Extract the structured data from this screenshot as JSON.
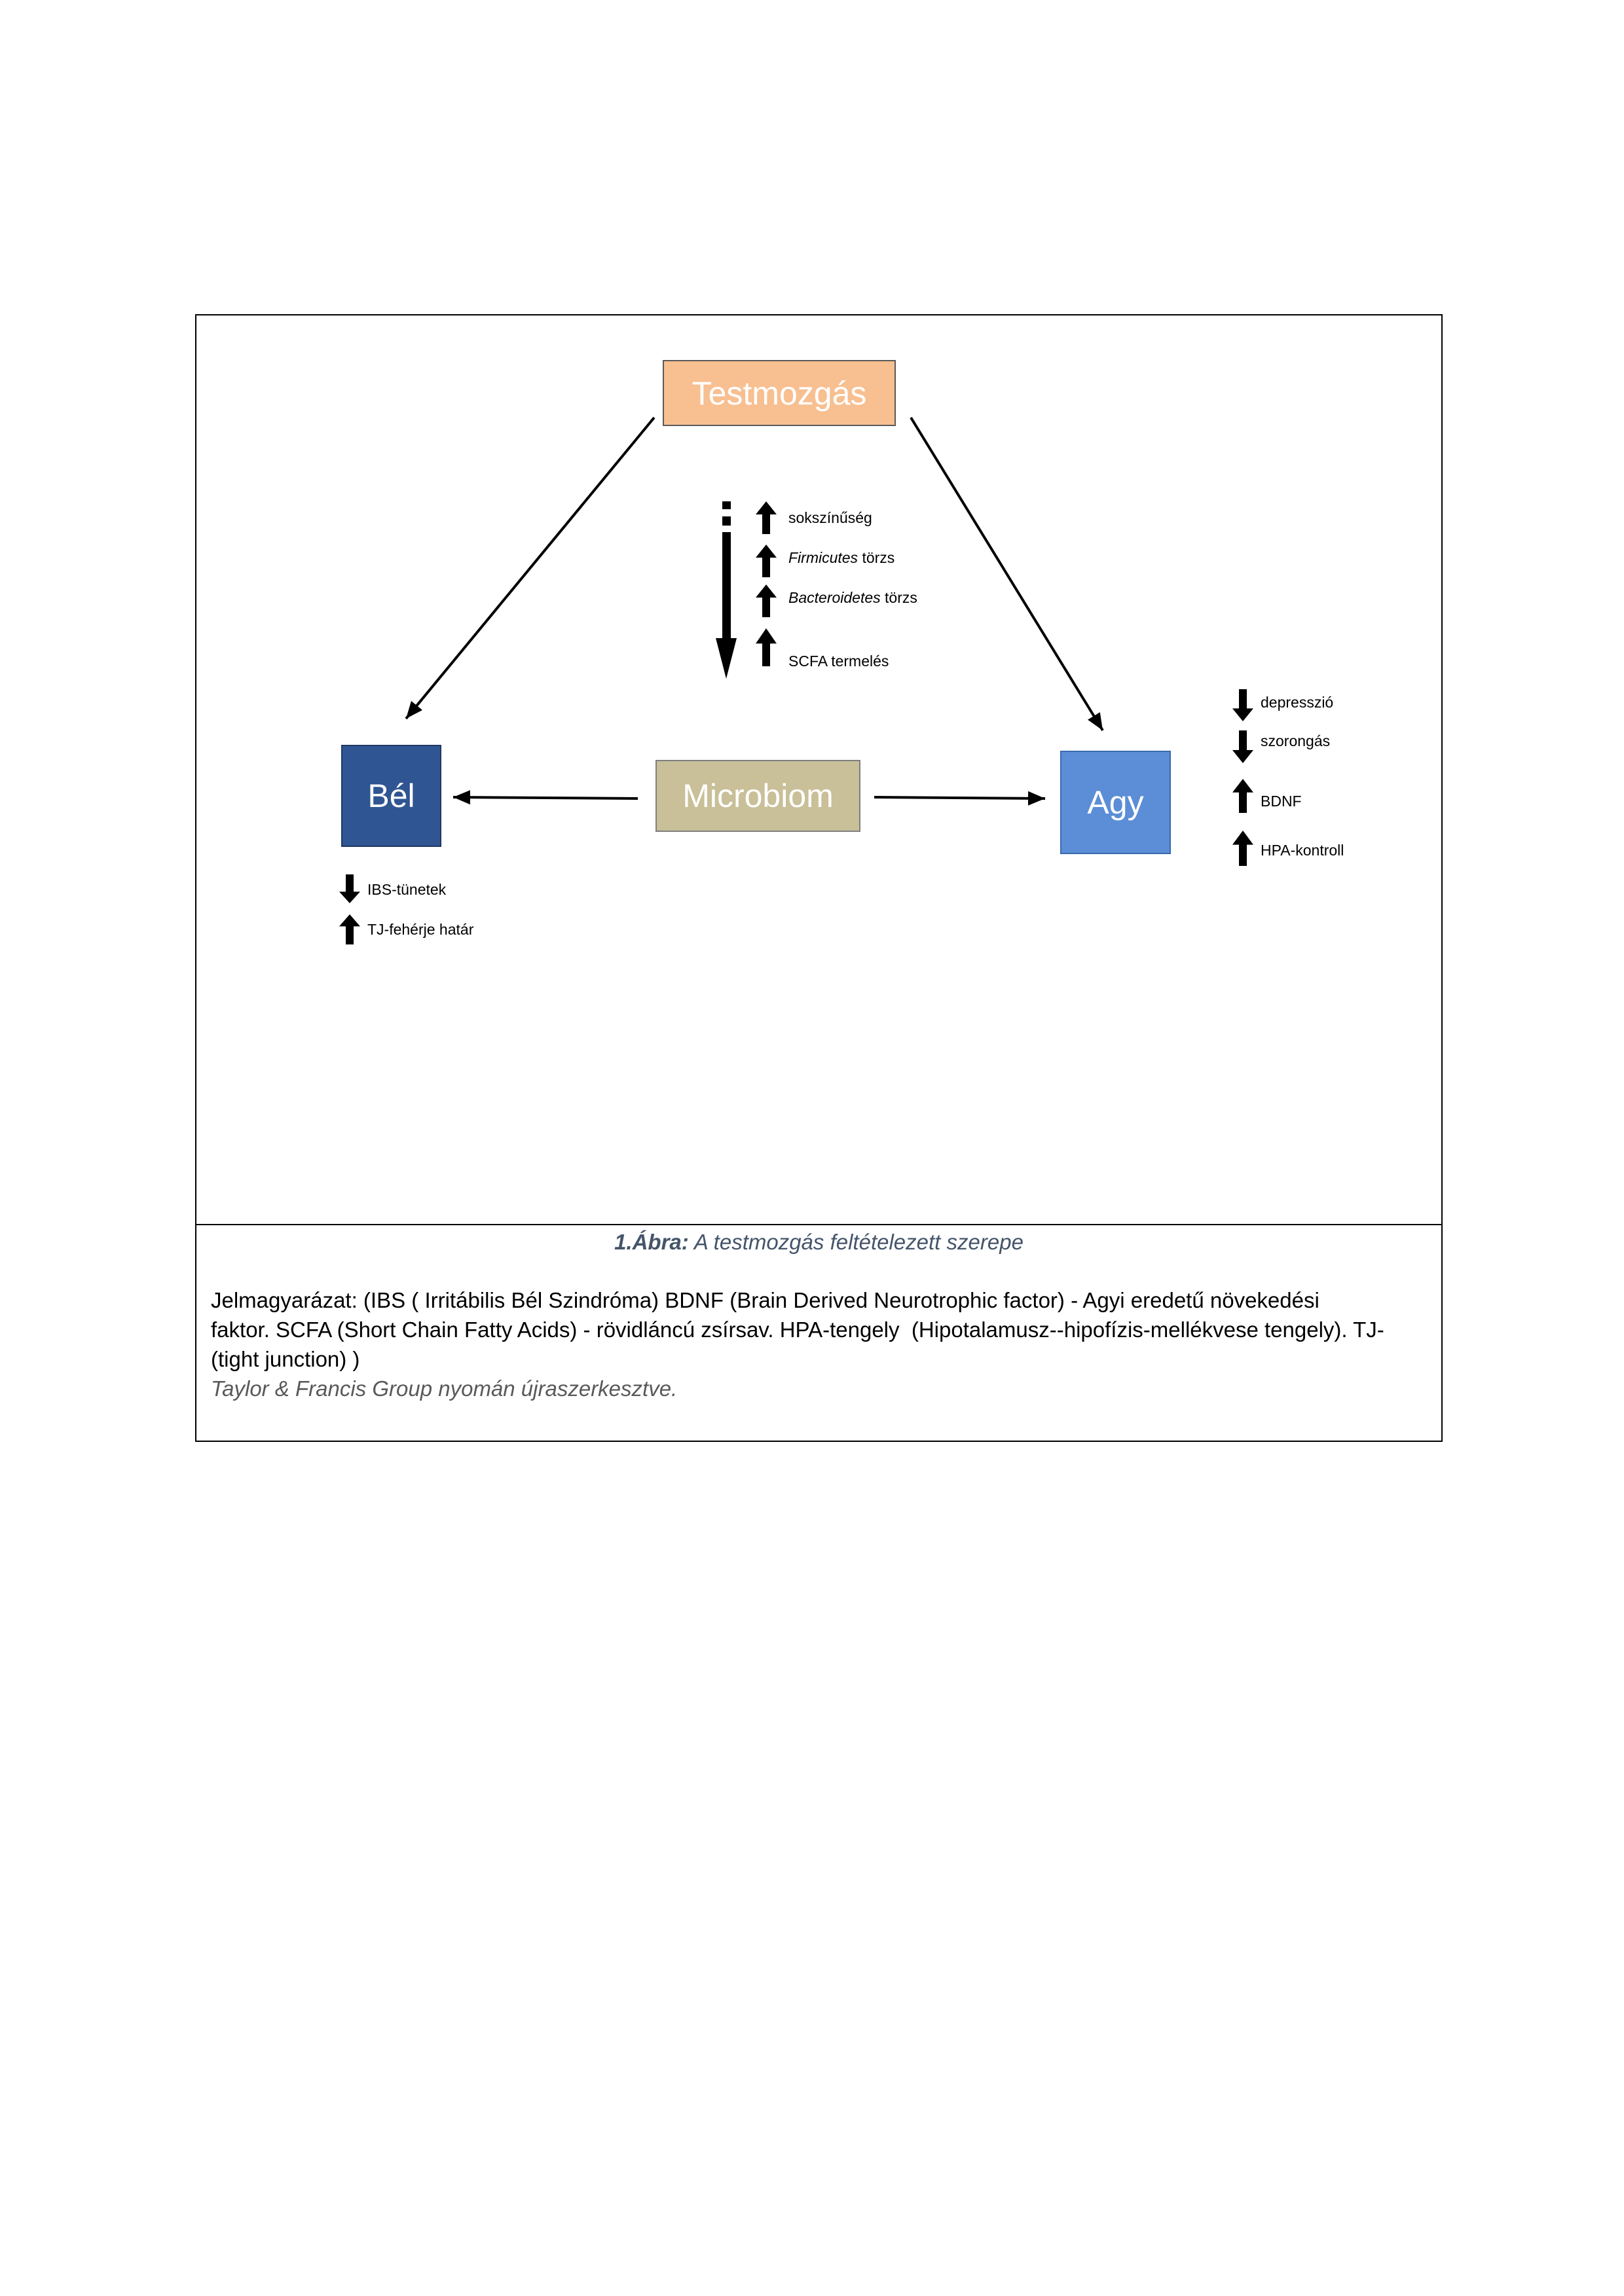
{
  "figure": {
    "exercise": {
      "label": "Testmozgás",
      "color": "#F8BF91"
    },
    "gut": {
      "label": "Bél",
      "color": "#2F5592"
    },
    "microbiome": {
      "label": "Microbiom",
      "color": "#C9BF98"
    },
    "brain": {
      "label": "Agy",
      "color": "#5B8ED6"
    },
    "microbiome_changes": [
      {
        "direction": "up",
        "text": "sokszínűség"
      },
      {
        "direction": "up",
        "italic": "Firmicutes",
        "text": "törzs"
      },
      {
        "direction": "up",
        "italic": "Bacteroidetes",
        "text": "törzs"
      },
      {
        "direction": "up",
        "text": "SCFA termelés"
      }
    ],
    "gut_effects": [
      {
        "direction": "down",
        "text": "IBS-tünetek"
      },
      {
        "direction": "up",
        "text": "TJ-fehérje határ"
      }
    ],
    "brain_effects": [
      {
        "direction": "down",
        "text": "depresszió"
      },
      {
        "direction": "down",
        "text": "szorongás"
      },
      {
        "direction": "up",
        "text": "BDNF"
      },
      {
        "direction": "up",
        "text": "HPA-kontroll"
      }
    ]
  },
  "caption": {
    "label": "1.Ábra:",
    "title": "A testmozgás feltételezett szerepe"
  },
  "legend": {
    "lines": [
      "Jelmagyarázat: (IBS ( Irritábilis Bél Szindróma) BDNF (Brain Derived Neurotrophic factor) - Agyi eredetű növekedési",
      "faktor. SCFA (Short Chain Fatty Acids) - rövidláncú zsírsav. HPA-tengely  (Hipotalamusz--hipofízis-mellékvese tengely). TJ-",
      "(tight junction) )"
    ],
    "source": "Taylor & Francis Group nyomán újraszerkesztve."
  }
}
